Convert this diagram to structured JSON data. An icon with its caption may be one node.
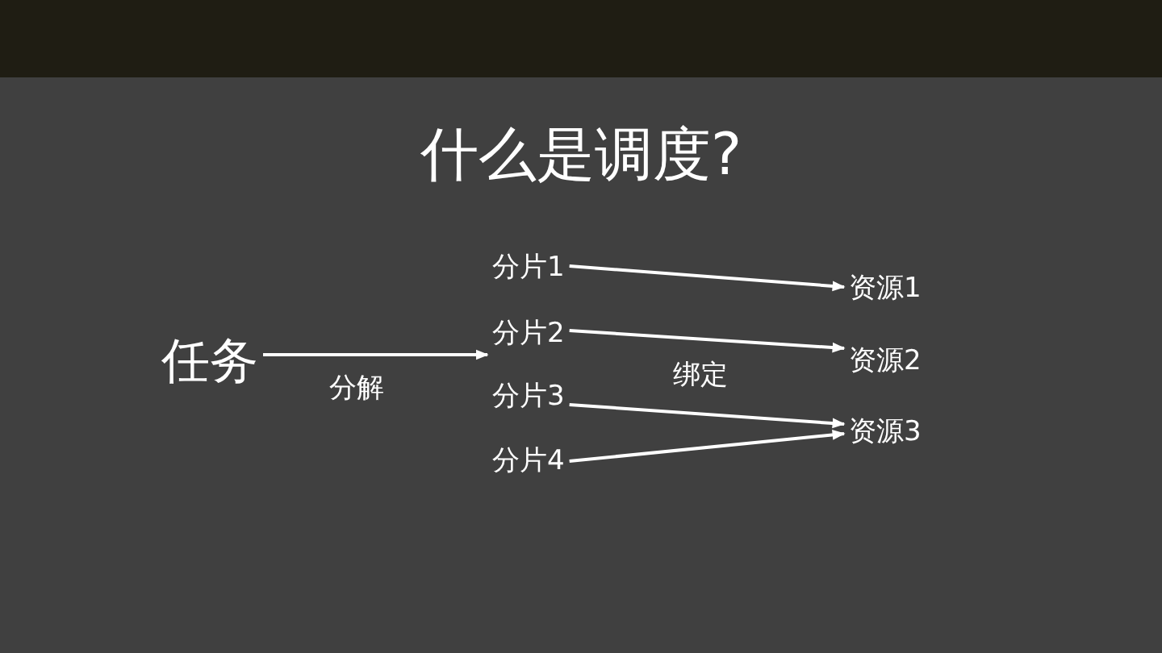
{
  "diagram": {
    "title": "什么是调度?",
    "nodes": [
      {
        "text": [
          "任务"
        ]
      },
      {
        "text": [
          "分片1"
        ]
      },
      {
        "text": [
          "分片2"
        ]
      },
      {
        "text": [
          "分片3"
        ]
      },
      {
        "text": [
          "分片4"
        ]
      },
      {
        "text": [
          "资源1"
        ]
      },
      {
        "text": [
          "资源2"
        ]
      },
      {
        "text": [
          "资源3"
        ]
      }
    ],
    "edges": [
      {
        "from": 0,
        "to": 2,
        "arrow": "to",
        "label": "分解"
      },
      {
        "from": 1,
        "to": 5,
        "arrow": "to"
      },
      {
        "from": 2,
        "to": 6,
        "arrow": "to"
      },
      {
        "from": 3,
        "to": 7,
        "arrow": "to"
      },
      {
        "from": 4,
        "to": 7,
        "arrow": "to"
      }
    ],
    "labels": [
      "绑定"
    ]
  }
}
